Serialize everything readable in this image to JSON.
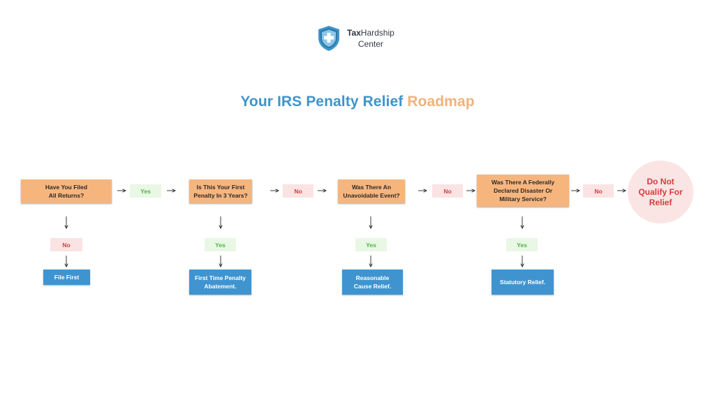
{
  "brand": {
    "name_bold": "Tax",
    "name_rest": "Hardship",
    "line2": "Center",
    "logo_icon": "shield-plus-icon",
    "colors": {
      "shield": "#3f95c9",
      "shield_dark": "#2d78a8"
    }
  },
  "title": {
    "part1": "Your IRS Penalty Relief ",
    "part2": "Roadmap",
    "colors": {
      "blue": "#3f95c9",
      "orange": "#f1b27a"
    }
  },
  "questions": [
    {
      "line1": "Have You Filed",
      "line2": "All Returns?"
    },
    {
      "line1": "Is This Your First",
      "line2": "Penalty In 3 Years?"
    },
    {
      "line1": "Was There An",
      "line2": "Unavoidable Event?"
    },
    {
      "line1": "Was There A Federally",
      "line2": "Declared Disaster Or",
      "line3": "Military Service?"
    }
  ],
  "horizontal_labels": [
    "Yes",
    "No",
    "No",
    "No"
  ],
  "vertical_labels": [
    "No",
    "Yes",
    "Yes",
    "Yes"
  ],
  "results": [
    {
      "line1": "File First"
    },
    {
      "line1": "First Time Penalty",
      "line2": "Abatement."
    },
    {
      "line1": "Reasonable",
      "line2": "Cause Relief."
    },
    {
      "line1": "Statutory Relief."
    }
  ],
  "end_node": {
    "line1": "Do Not",
    "line2": "Qualify For",
    "line3": "Relief"
  },
  "colors": {
    "question": "#f7b57e",
    "result": "#3f94d0",
    "yes_bg": "#e9f7e5",
    "yes_text": "#4fb444",
    "no_bg": "#fbe3e3",
    "no_text": "#d03e3e",
    "end_bg": "#fbe4e4",
    "end_text": "#d43c3c"
  }
}
